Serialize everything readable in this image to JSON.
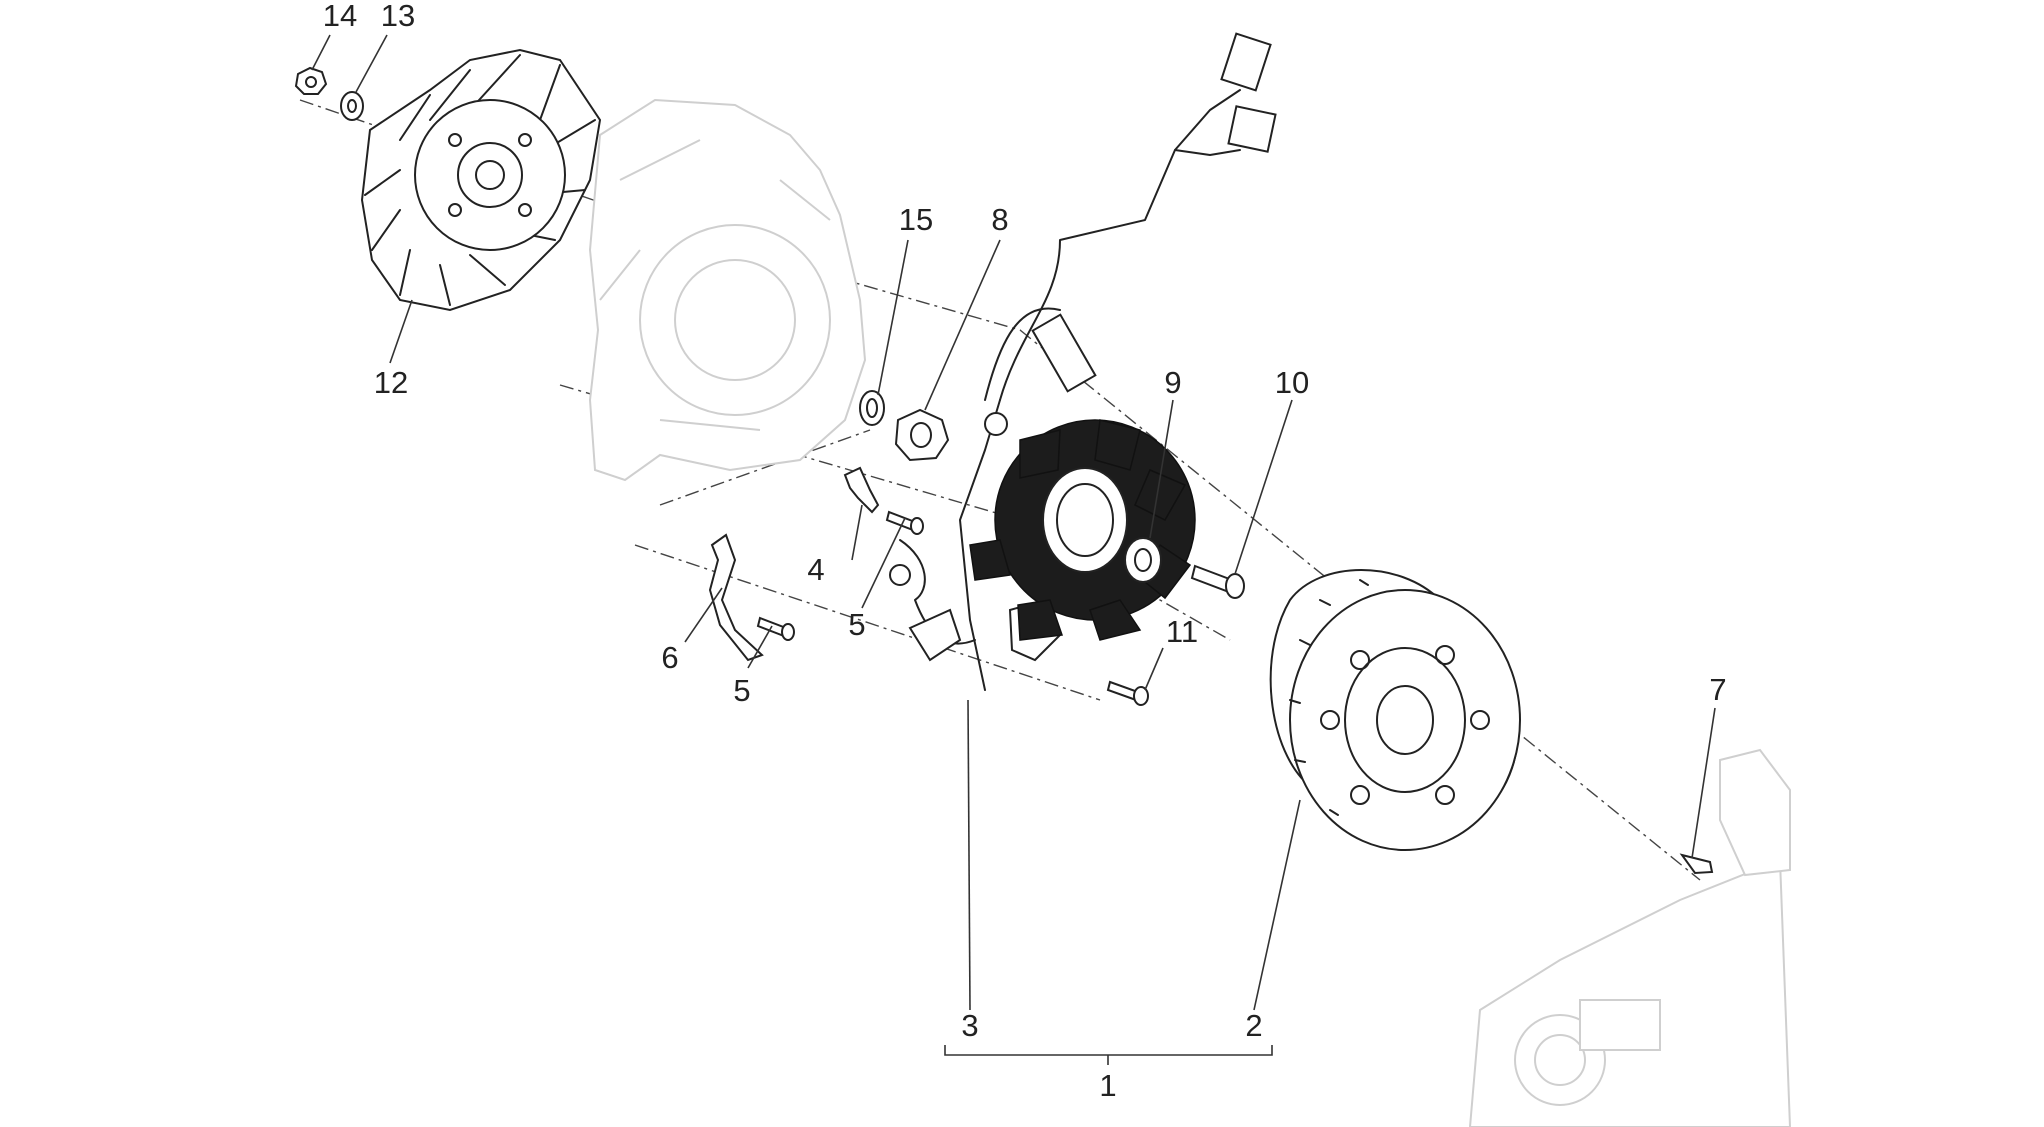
{
  "diagram": {
    "callouts": {
      "c1": "1",
      "c2": "2",
      "c3": "3",
      "c4": "4",
      "c5a": "5",
      "c5b": "5",
      "c6": "6",
      "c7": "7",
      "c8": "8",
      "c9": "9",
      "c10": "10",
      "c11": "11",
      "c12": "12",
      "c13": "13",
      "c14": "14",
      "c15": "15"
    },
    "colors": {
      "line": "#222222",
      "ghost": "#cfcfcf",
      "background": "#ffffff"
    }
  }
}
